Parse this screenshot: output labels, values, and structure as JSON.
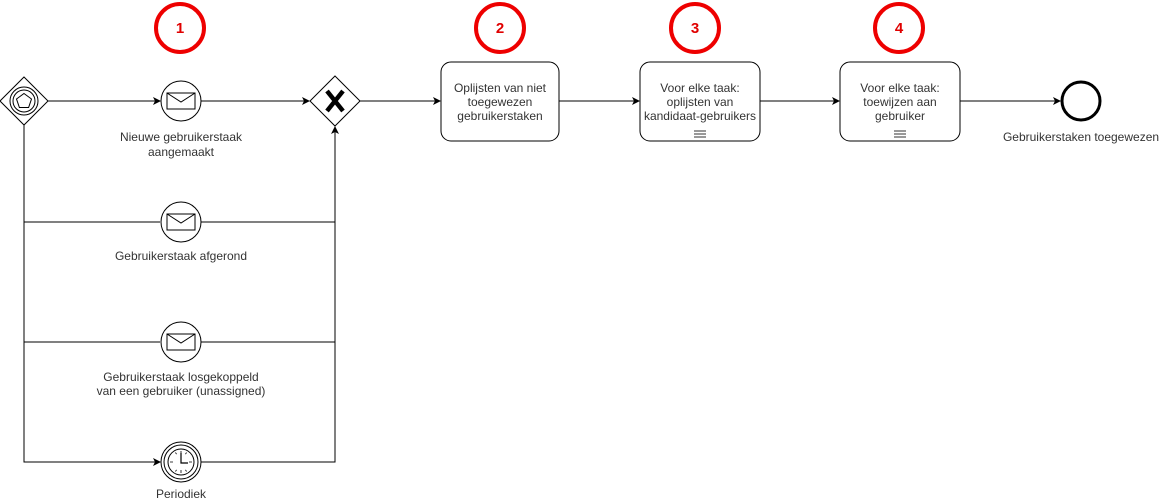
{
  "diagram": {
    "markers": [
      "1",
      "2",
      "3",
      "4"
    ],
    "accent_color": "#ee0000",
    "start_gateway": {
      "type": "event-based-gateway"
    },
    "events": [
      {
        "icon": "envelope-icon",
        "label_lines": [
          "Nieuwe gebruikerstaak",
          "aangemaakt"
        ]
      },
      {
        "icon": "envelope-icon",
        "label_lines": [
          "Gebruikerstaak afgerond"
        ]
      },
      {
        "icon": "envelope-icon",
        "label_lines": [
          "Gebruikerstaak losgekoppeld",
          "van een gebruiker (unassigned)"
        ]
      },
      {
        "icon": "clock-icon",
        "label_lines": [
          "Periodiek"
        ]
      }
    ],
    "merge_gateway": {
      "type": "exclusive-gateway"
    },
    "tasks": [
      {
        "lines": [
          "Oplijsten van niet",
          "toegewezen",
          "gebruikerstaken"
        ],
        "multi_instance": false
      },
      {
        "lines": [
          "Voor elke taak:",
          "oplijsten van",
          "kandidaat-gebruikers"
        ],
        "multi_instance": true
      },
      {
        "lines": [
          "Voor elke taak:",
          "toewijzen aan",
          "gebruiker"
        ],
        "multi_instance": true
      }
    ],
    "end_event": {
      "label": "Gebruikerstaken toegewezen"
    }
  }
}
